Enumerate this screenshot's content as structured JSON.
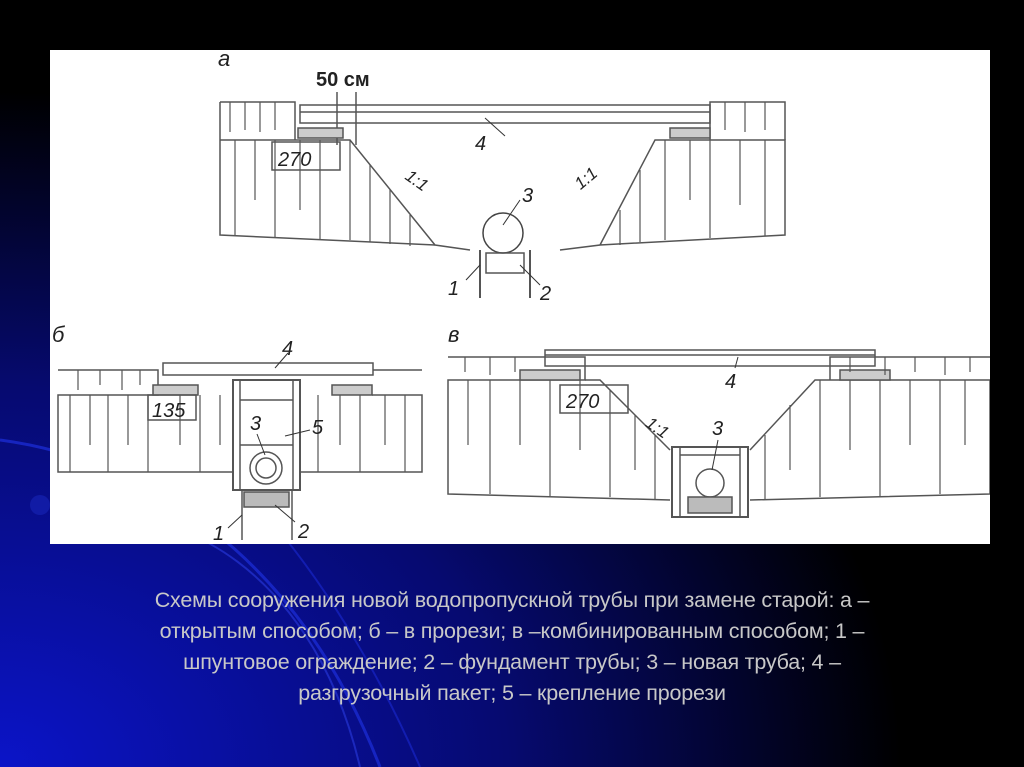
{
  "slide": {
    "background": {
      "base": "#000000",
      "accent": "#0a10a8",
      "swoosh": "#1a2ad0"
    },
    "figure": {
      "panels": [
        {
          "id": "a",
          "label": "а",
          "dimension_top": "50 см",
          "dimension_width": "270",
          "slope_left": "1:1",
          "slope_right": "1:1",
          "callouts": [
            "1",
            "2",
            "3",
            "4"
          ]
        },
        {
          "id": "b",
          "label": "б",
          "dimension_width": "135",
          "callouts": [
            "1",
            "2",
            "3",
            "4",
            "5"
          ]
        },
        {
          "id": "v",
          "label": "в",
          "dimension_width": "270",
          "slope_left": "1:1",
          "callouts": [
            "3",
            "4"
          ]
        }
      ]
    },
    "caption": {
      "lines": [
        "Схемы сооружения новой водопропускной трубы при замене старой: а –",
        "открытым способом; б – в прорези; в –комбинированным способом; 1 –",
        "шпунтовое ограждение; 2 – фундамент трубы; 3 – новая труба; 4 –",
        "разгрузочный пакет; 5 – крепление прорези"
      ],
      "color": "#c8c8c8"
    }
  }
}
